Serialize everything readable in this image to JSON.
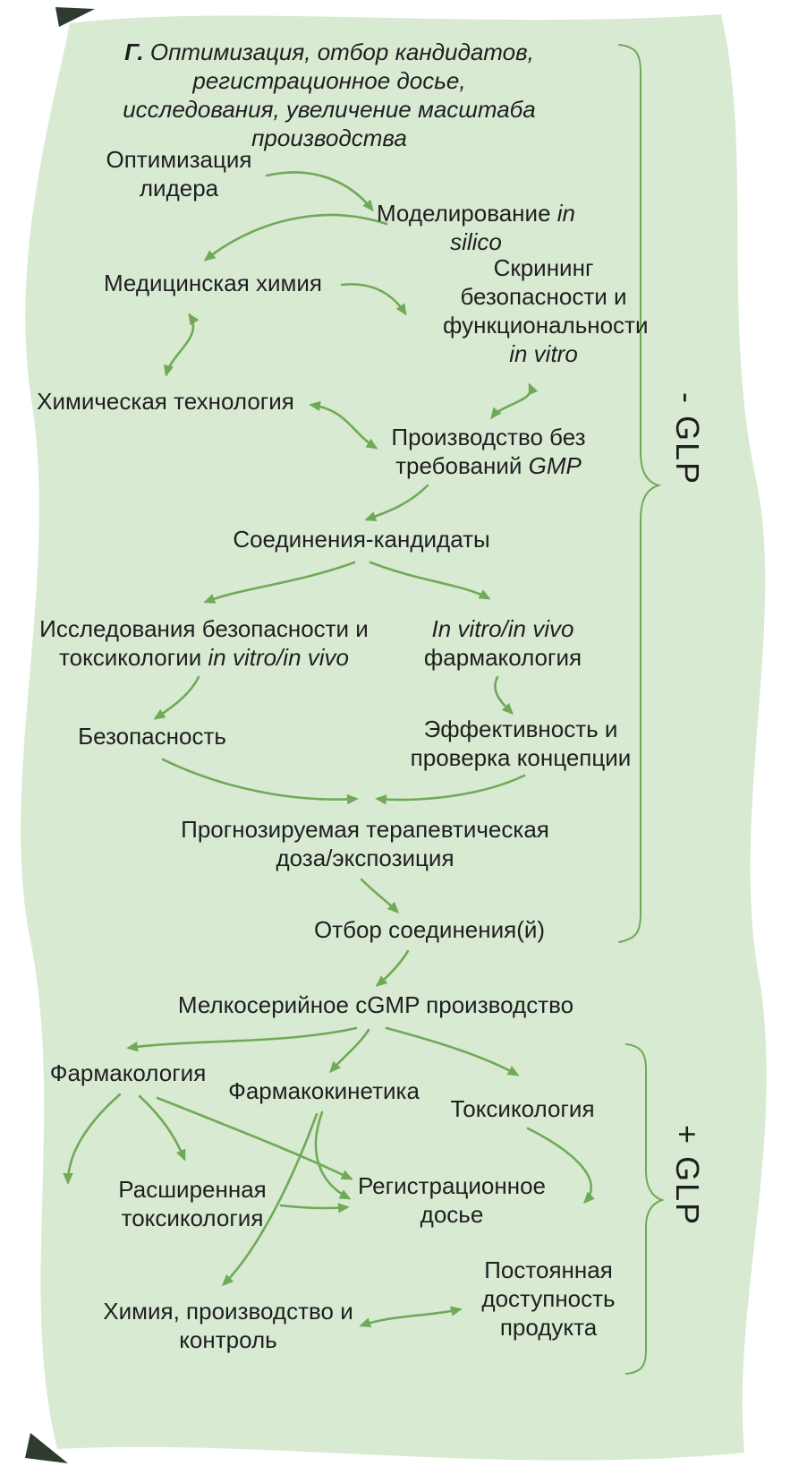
{
  "colors": {
    "background_blob": "#d9ead3",
    "arrow_green": "#6faa58",
    "text": "#1f1f1f",
    "corner_fold": "#2e3b2e"
  },
  "title": {
    "prefix": "Г. ",
    "text": "Оптимизация, отбор кандидатов, регистрационное досье, исследования, увеличение масштаба производства"
  },
  "brackets": {
    "minus_glp": "- GLP",
    "plus_glp": "+ GLP"
  },
  "nodes": {
    "lead_optimization": {
      "pre": "Оптимизация лидера"
    },
    "in_silico_modeling": {
      "pre": "Моделирование ",
      "it": "in silico"
    },
    "medicinal_chemistry": {
      "pre": "Медицинская химия"
    },
    "safety_screening": {
      "pre": "Скрининг безопасности и функциональности ",
      "it": "in vitro"
    },
    "chemical_technology": {
      "pre": "Химическая технология"
    },
    "non_gmp_production": {
      "pre": "Производство без требований ",
      "it": "GMP"
    },
    "candidate_compounds": {
      "pre": "Соединения-кандидаты"
    },
    "safety_toxicology_studies": {
      "pre": "Исследования безопасности и токсикологии ",
      "it": "in vitro/in vivo"
    },
    "invitro_invivo_pharmacology": {
      "it": "In vitro/in vivo",
      "post": " фармакология"
    },
    "safety": {
      "pre": "Безопасность"
    },
    "efficacy_poc": {
      "pre": "Эффективность и проверка концепции"
    },
    "predicted_dose": {
      "pre": "Прогнозируемая терапевтическая доза/экспозиция"
    },
    "compound_selection": {
      "pre": "Отбор соединения(й)"
    },
    "cgmp_production": {
      "pre": "Мелкосерийное cGMP производство"
    },
    "pharmacology": {
      "pre": "Фармакология"
    },
    "pharmacokinetics": {
      "pre": "Фармакокинетика"
    },
    "toxicology": {
      "pre": "Токсикология"
    },
    "extended_toxicology": {
      "pre": "Расширенная токсикология"
    },
    "registration_dossier": {
      "pre": "Регистрационное досье"
    },
    "cmc": {
      "pre": "Химия, производство и контроль"
    },
    "product_availability": {
      "pre": "Постоянная доступность продукта"
    }
  }
}
